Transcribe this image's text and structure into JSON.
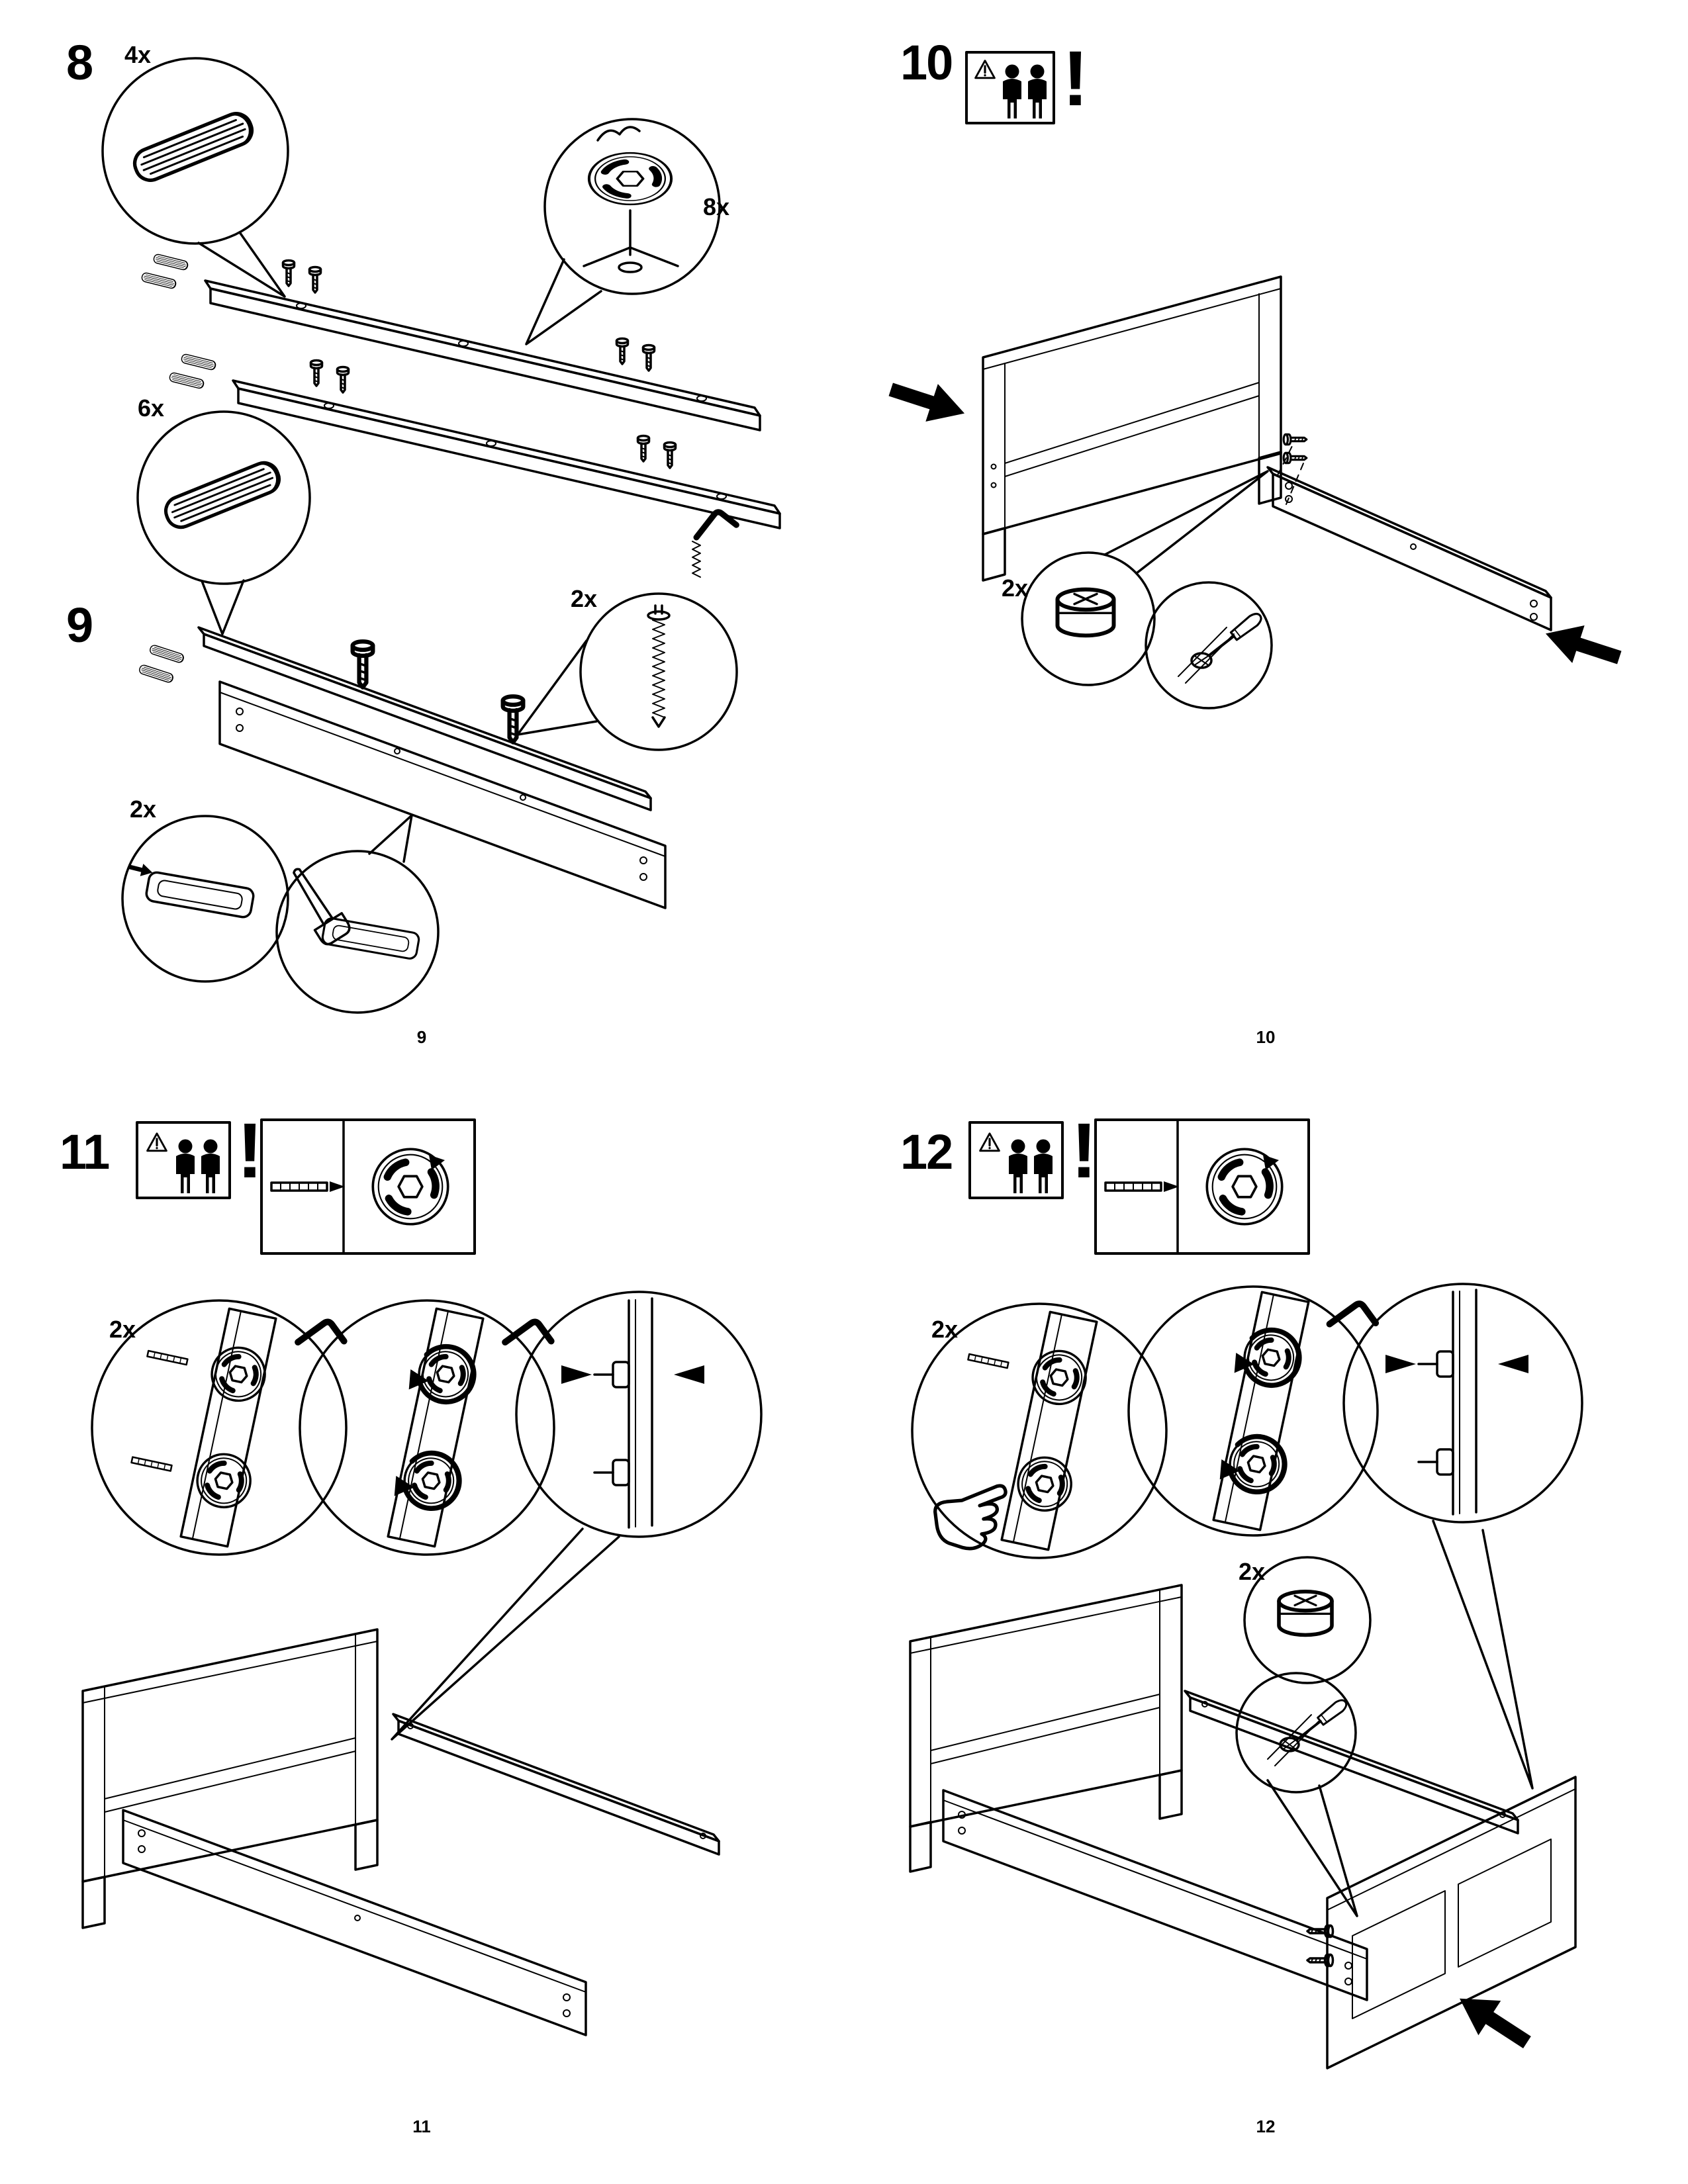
{
  "document": {
    "kind": "furniture-assembly-instructions",
    "page_background": "#ffffff",
    "line_color": "#000000"
  },
  "booklet_pages": {
    "page9": {
      "page_number": "9",
      "step8": {
        "number": "8",
        "dowel_qty": "4x",
        "cam_lock_qty": "8x"
      },
      "step9": {
        "number": "9",
        "dowel_qty": "6x",
        "screw_qty": "2x",
        "lock_plate_qty": "2x"
      }
    },
    "page10": {
      "page_number": "10",
      "step10": {
        "number": "10",
        "warning_mark": "!",
        "cam_lock_qty": "2x"
      }
    },
    "page11": {
      "page_number": "11",
      "step11": {
        "number": "11",
        "warning_mark": "!",
        "wheel_lock_qty": "2x"
      }
    },
    "page12": {
      "page_number": "12",
      "step12": {
        "number": "12",
        "warning_mark": "!",
        "wheel_lock_qty": "2x",
        "cam_lock_qty": "2x"
      }
    }
  }
}
